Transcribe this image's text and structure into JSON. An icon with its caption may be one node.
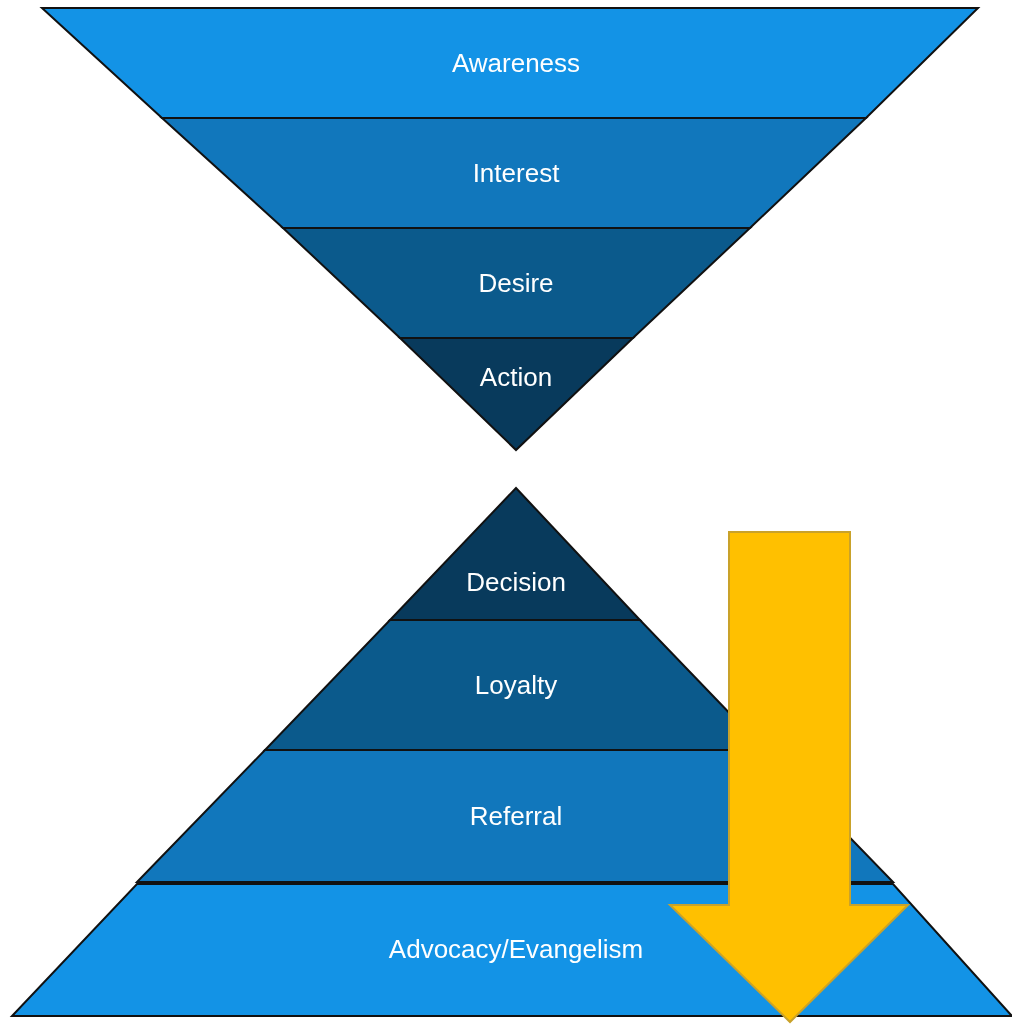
{
  "diagram": {
    "nodes": [
      {
        "text": [
          "Awareness"
        ]
      },
      {
        "text": [
          "Interest"
        ]
      },
      {
        "text": [
          "Desire"
        ]
      },
      {
        "text": [
          "Action"
        ]
      },
      {
        "text": [
          "Decision"
        ]
      },
      {
        "text": [
          "Loyalty"
        ]
      },
      {
        "text": [
          "Referral"
        ]
      },
      {
        "text": [
          "Advocacy/Evangelism"
        ]
      }
    ]
  }
}
